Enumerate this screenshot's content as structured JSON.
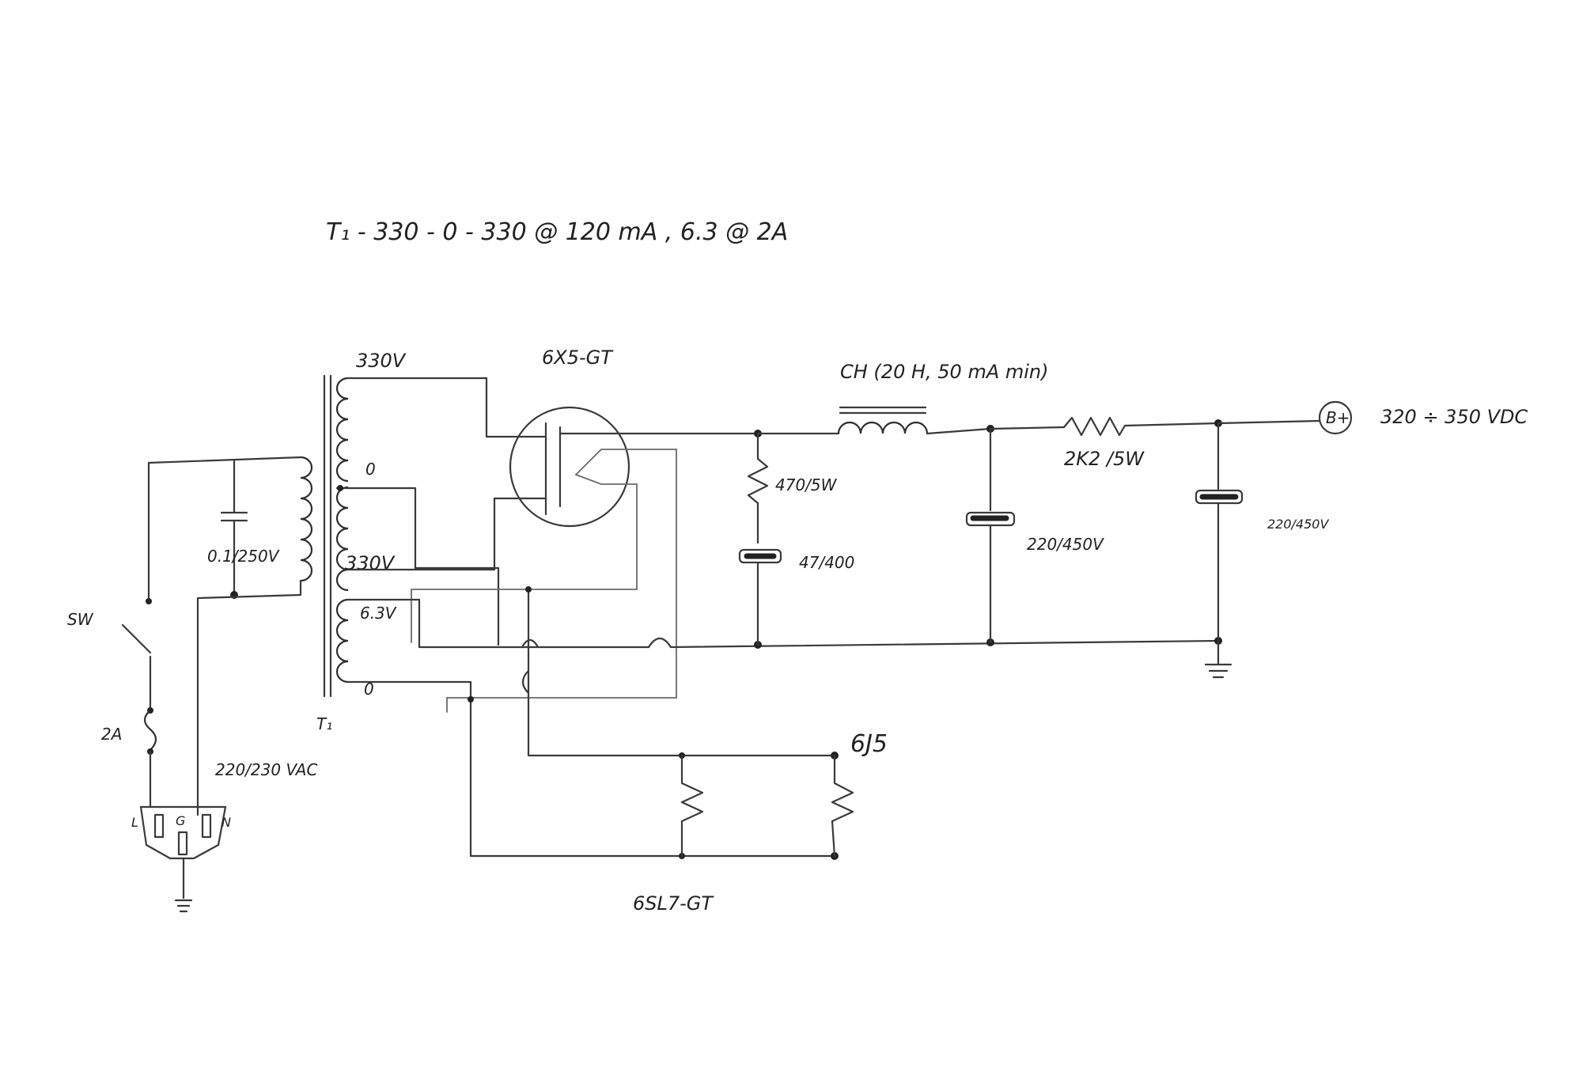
{
  "colors": {
    "ink": "#222222",
    "paper": "#ffffff"
  },
  "labels": {
    "transformer_spec": "T₁ - 330 - 0 - 330  @  120 mA , 6.3  @  2A",
    "sec_top": "330V",
    "sec_ct": "0",
    "sec_bottom": "330V",
    "fil_63": "6.3V",
    "fil_0": "0",
    "transformer_ref": "T₁",
    "rectifier": "6X5-GT",
    "choke": "CH (20 H, 50 mA min)",
    "resistor_470": "470/5W",
    "cap_47": "47/400",
    "cap_220_a": "220/450V",
    "resistor_2k2": "2K2 /5W",
    "cap_220_b": "220/450V",
    "bplus": "B+",
    "output_voltage": "320 ÷ 350 VDC",
    "cap_01": "0.1/250V",
    "switch": "SW",
    "fuse": "2A",
    "mains": "220/230 VAC",
    "plug_l": "L",
    "plug_g": "G",
    "plug_n": "N",
    "tube_6j5": "6J5",
    "tube_6sl7": "6SL7-GT"
  }
}
